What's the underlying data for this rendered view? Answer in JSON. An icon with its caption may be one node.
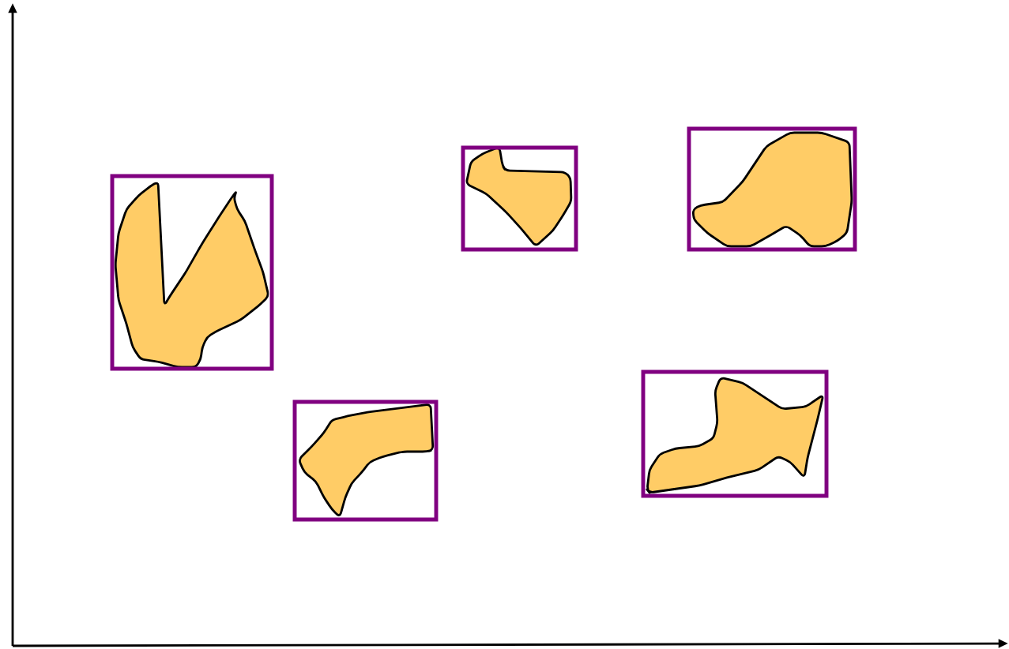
{
  "diagram": {
    "nodes": [
      {
        "text": [],
        "shape": "box"
      },
      {
        "text": [],
        "shape": "blob",
        "in": 0
      },
      {
        "text": [],
        "shape": "box"
      },
      {
        "text": [],
        "shape": "blob",
        "in": 2
      },
      {
        "text": [],
        "shape": "box"
      },
      {
        "text": [],
        "shape": "blob",
        "in": 4
      },
      {
        "text": [],
        "shape": "box"
      },
      {
        "text": [],
        "shape": "blob",
        "in": 6
      },
      {
        "text": [],
        "shape": "box"
      },
      {
        "text": [],
        "shape": "blob",
        "in": 8
      }
    ]
  }
}
